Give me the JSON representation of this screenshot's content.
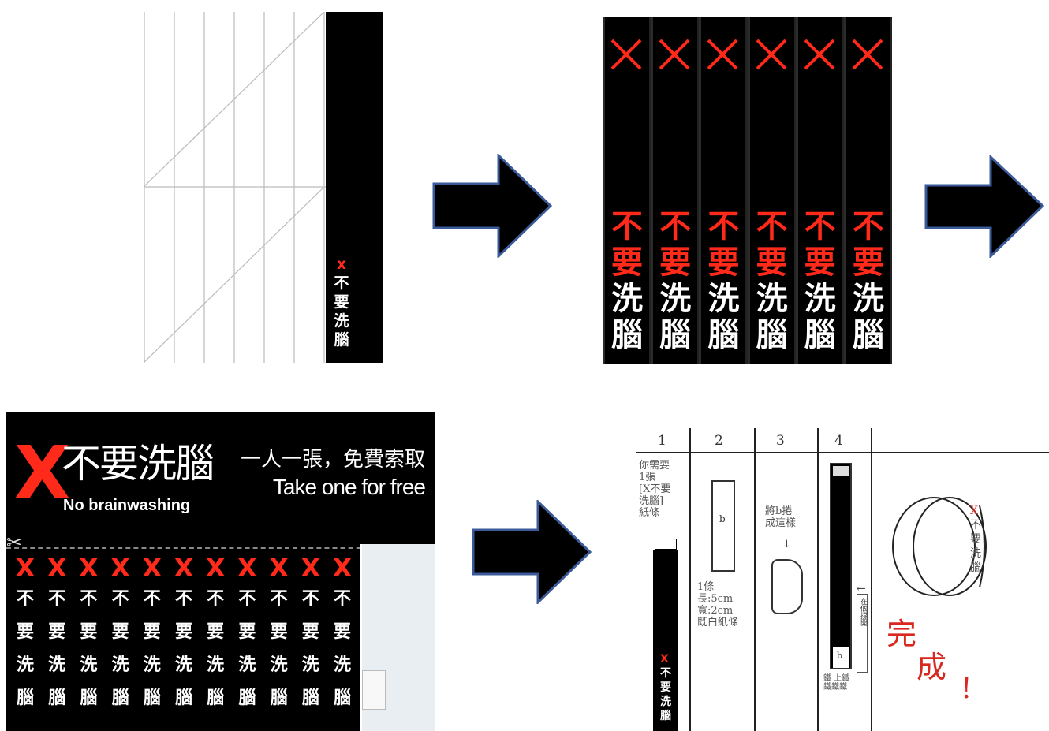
{
  "template": {
    "strip_mark": "x",
    "strip_text": [
      "不",
      "要",
      "洗",
      "腦"
    ]
  },
  "six_strips": {
    "count": 6,
    "mark": "X",
    "red_chars": [
      "不",
      "要"
    ],
    "white_chars": [
      "洗",
      "腦"
    ]
  },
  "sheet": {
    "big_mark": "X",
    "title_zh": "不要洗腦",
    "title_en": "No brainwashing",
    "free_zh": "一人一張，免費索取",
    "free_en": "Take one for free",
    "scissors": "✂",
    "column_count": 11,
    "column_mark": "X",
    "column_chars": [
      "不",
      "要",
      "洗",
      "腦"
    ]
  },
  "instructions": {
    "steps": [
      "1",
      "2",
      "3",
      "4"
    ],
    "step1_note": [
      "你需要",
      "1張",
      "[X不要",
      "洗腦]",
      "紙條"
    ],
    "step2_note": [
      "1條",
      "長:5cm",
      "寬:2cm",
      "既白紙條"
    ],
    "step2_label": "b",
    "step3_note": [
      "將b捲",
      "成這樣"
    ],
    "step4_label": "b",
    "step4_side_note": "在個撐開",
    "bottom_note": [
      "鐵 上鐵",
      "鐵鐵鐵"
    ],
    "strip_mark": "X",
    "strip_chars": [
      "不",
      "要",
      "洗",
      "腦"
    ],
    "circle_mark": "X",
    "circle_chars": [
      "不",
      "要",
      "洗",
      "腦"
    ],
    "done_chars": [
      "完",
      "成"
    ],
    "done_bang": "!"
  },
  "colors": {
    "red": "#ff2a1a",
    "black": "#000000",
    "arrow_fill": "#000000",
    "arrow_stroke": "#3a5a9a"
  },
  "icons": [
    "right-arrow-icon",
    "right-arrow-icon",
    "right-arrow-icon",
    "scissors-icon",
    "x-mark-icon"
  ]
}
